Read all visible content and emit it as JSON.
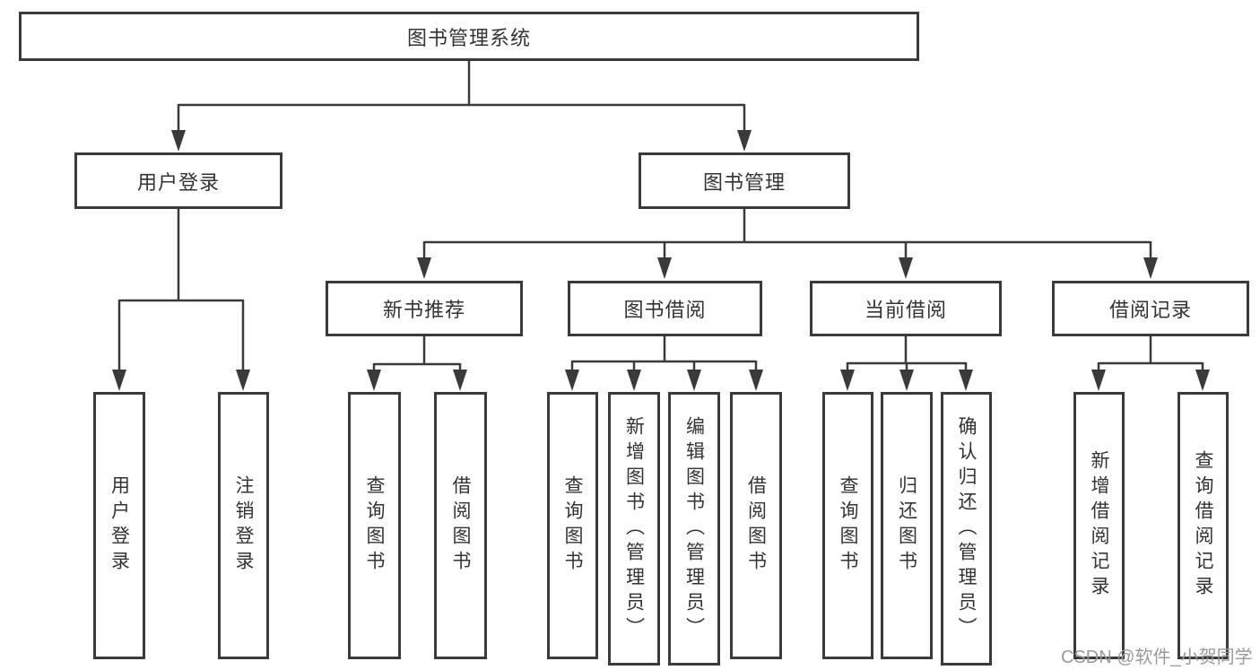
{
  "diagram": {
    "label": "图书管理系统",
    "children": [
      {
        "label": "用户登录",
        "children": [
          {
            "label": "用户登录"
          },
          {
            "label": "注销登录"
          }
        ]
      },
      {
        "label": "图书管理",
        "children": [
          {
            "label": "新书推荐",
            "children": [
              {
                "label": "查询图书"
              },
              {
                "label": "借阅图书"
              }
            ]
          },
          {
            "label": "图书借阅",
            "children": [
              {
                "label": "查询图书"
              },
              {
                "label": "新增图书（管理员）"
              },
              {
                "label": "编辑图书（管理员）"
              },
              {
                "label": "借阅图书"
              }
            ]
          },
          {
            "label": "当前借阅",
            "children": [
              {
                "label": "查询图书"
              },
              {
                "label": "归还图书"
              },
              {
                "label": "确认归还（管理员）"
              }
            ]
          },
          {
            "label": "借阅记录",
            "children": [
              {
                "label": "新增借阅记录"
              },
              {
                "label": "查询借阅记录"
              }
            ]
          }
        ]
      }
    ]
  },
  "watermark": {
    "text": "CSDN @软件_小贺同学"
  },
  "colors": {
    "line": "#3a3a3a",
    "box_border": "#3a3a3a",
    "text": "#333333",
    "watermark": "#9a9a9a",
    "background": "#ffffff"
  }
}
